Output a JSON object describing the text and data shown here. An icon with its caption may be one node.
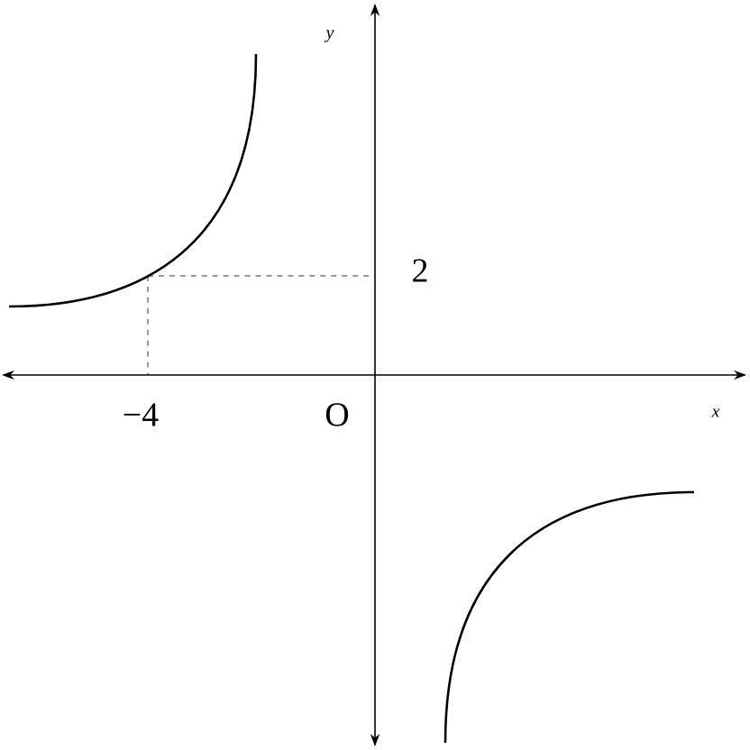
{
  "diagram": {
    "labels": [
      "y",
      "2",
      "−4",
      "O",
      "x"
    ]
  }
}
